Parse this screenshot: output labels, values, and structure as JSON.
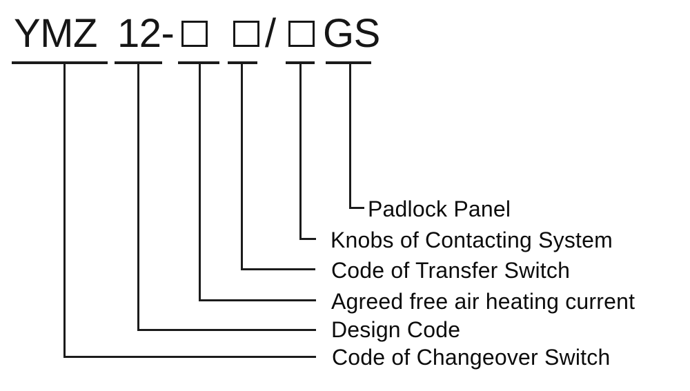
{
  "diagram": {
    "model_code": {
      "series": "YMZ",
      "design_number": "12-",
      "placeholder_glyph": "□",
      "separator": "/",
      "suffix": "GS",
      "full": "YMZ 12-□ □/□GS"
    },
    "callouts": [
      {
        "id": "padlock-panel",
        "label": "Padlock Panel"
      },
      {
        "id": "knobs-of-contacting-system",
        "label": "Knobs of Contacting System"
      },
      {
        "id": "code-of-transfer-switch",
        "label": "Code of Transfer Switch"
      },
      {
        "id": "agreed-free-air-heating-current",
        "label": "Agreed free air heating current"
      },
      {
        "id": "design-code",
        "label": "Design Code"
      },
      {
        "id": "code-of-changeover-switch",
        "label": "Code of Changeover Switch"
      }
    ]
  },
  "colors": {
    "ink": "#161616",
    "line": "#1b1b1b",
    "background": "#ffffff"
  }
}
